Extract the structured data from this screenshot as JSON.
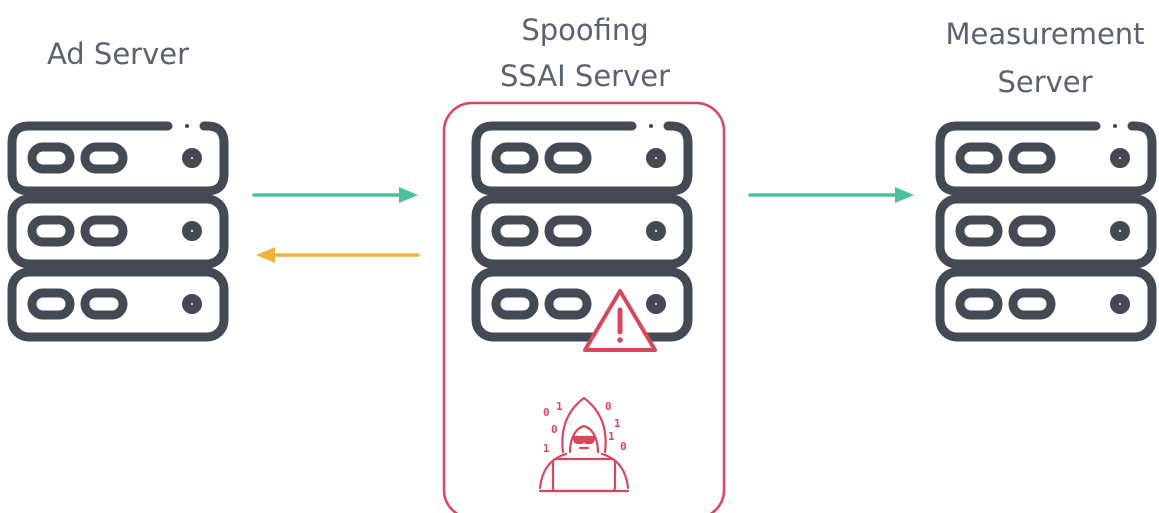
{
  "nodes": {
    "ad_server": {
      "label": "Ad Server"
    },
    "spoofing_server": {
      "label_line1": "Spoofing",
      "label_line2": "SSAI Server"
    },
    "measurement_server": {
      "label_line1": "Measurement",
      "label_line2": "Server"
    }
  },
  "colors": {
    "server_stroke": "#434a54",
    "spoofing_box": "#d9475b",
    "forward_arrow": "#4bbf9e",
    "return_arrow": "#f2b33d",
    "text": "#5b6270"
  },
  "icons": {
    "server": "server-rack-icon",
    "warning": "warning-triangle-icon",
    "hacker": "hacker-icon"
  },
  "hacker_binary_digits": [
    "0",
    "1",
    "0",
    "0",
    "1",
    "1",
    "1",
    "0"
  ]
}
